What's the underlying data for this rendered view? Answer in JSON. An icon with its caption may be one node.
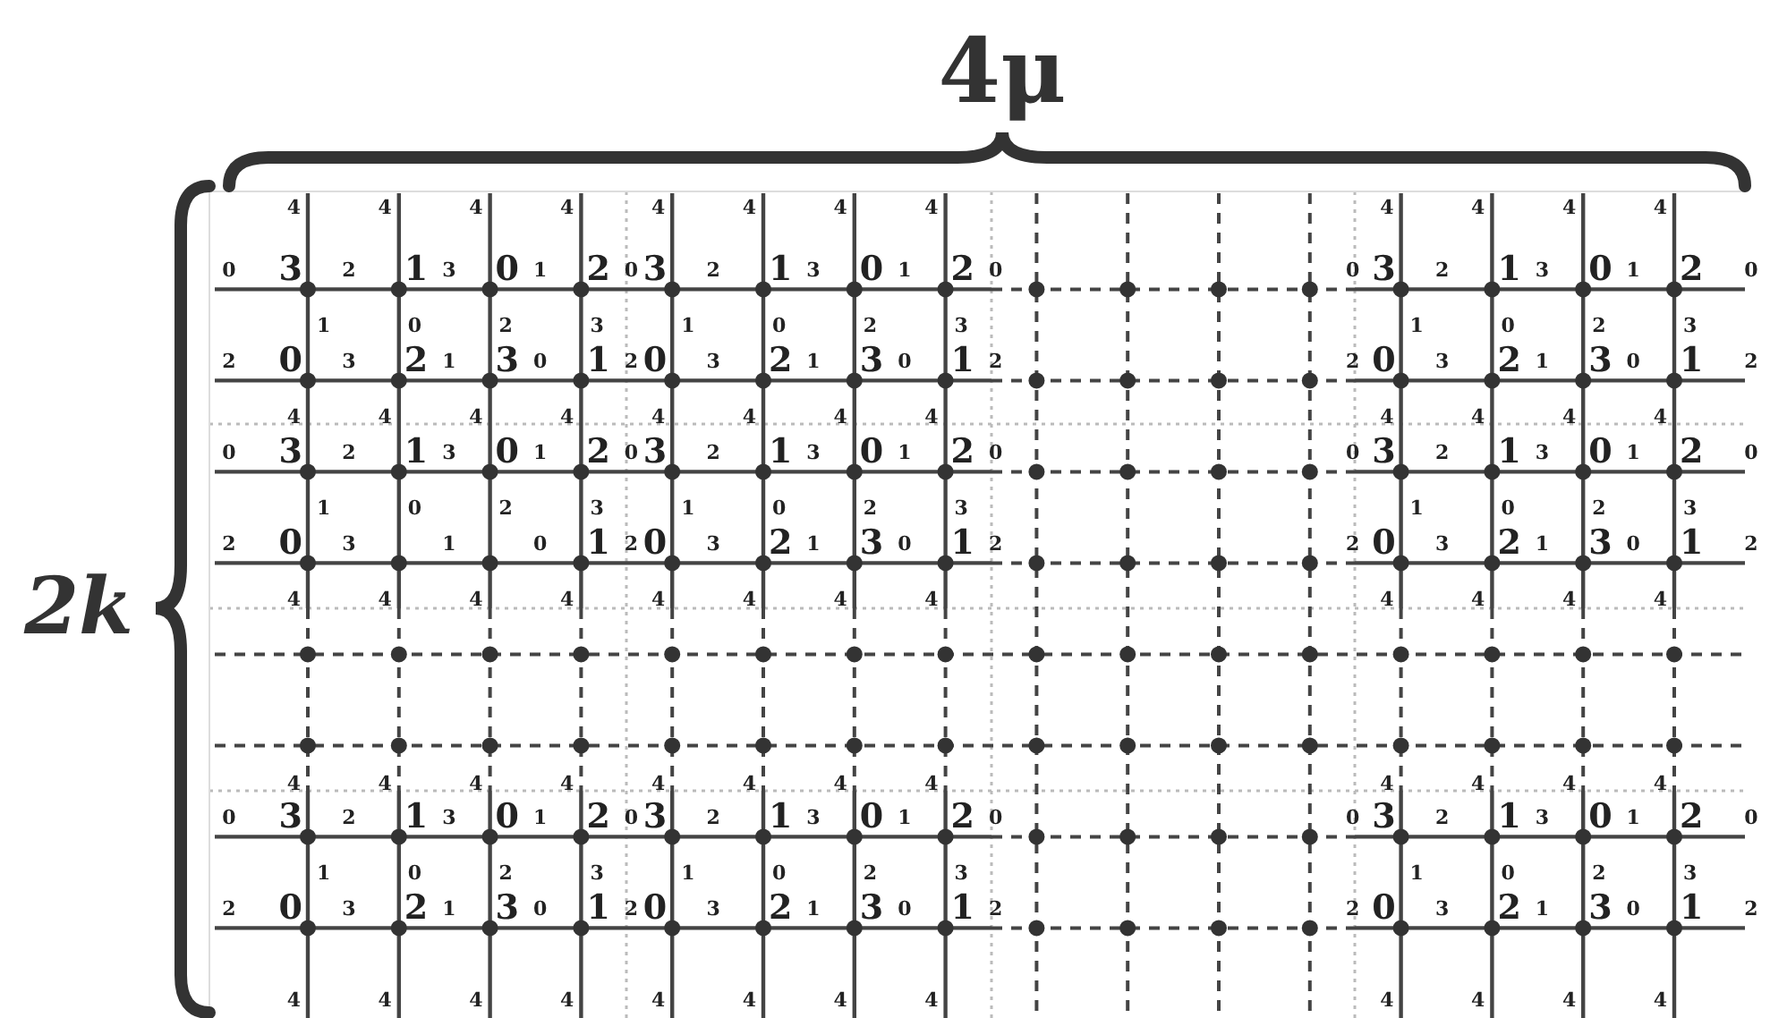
{
  "diagram": {
    "labels": [
      "4μ",
      "2k",
      "4",
      "4",
      "4",
      "4",
      "4",
      "4",
      "4",
      "4",
      "4",
      "4",
      "4",
      "4",
      "0",
      "3",
      "2",
      "1",
      "3",
      "0",
      "1",
      "2",
      "0",
      "3",
      "2",
      "1",
      "3",
      "0",
      "1",
      "2",
      "0",
      "0",
      "3",
      "2",
      "1",
      "3",
      "0",
      "1",
      "2",
      "0",
      "1",
      "0",
      "2",
      "3",
      "1",
      "0",
      "2",
      "3",
      "1",
      "0",
      "2",
      "3",
      "2",
      "0",
      "3",
      "2",
      "1",
      "3",
      "0",
      "1",
      "2",
      "0",
      "3",
      "2",
      "1",
      "3",
      "0",
      "1",
      "2",
      "2",
      "0",
      "3",
      "2",
      "1",
      "3",
      "0",
      "1",
      "2",
      "4",
      "4",
      "4",
      "4",
      "4",
      "4",
      "4",
      "4",
      "4",
      "4",
      "4",
      "4",
      "0",
      "3",
      "2",
      "1",
      "3",
      "0",
      "1",
      "2",
      "0",
      "3",
      "2",
      "1",
      "3",
      "0",
      "1",
      "2",
      "0",
      "0",
      "3",
      "2",
      "1",
      "3",
      "0",
      "1",
      "2",
      "0",
      "1",
      "0",
      "2",
      "3",
      "1",
      "0",
      "2",
      "3",
      "1",
      "0",
      "2",
      "3",
      "2",
      "0",
      "3",
      "1",
      "0",
      "1",
      "2",
      "0",
      "3",
      "2",
      "1",
      "3",
      "0",
      "1",
      "2",
      "2",
      "0",
      "3",
      "2",
      "1",
      "3",
      "0",
      "1",
      "2",
      "4",
      "4",
      "4",
      "4",
      "4",
      "4",
      "4",
      "4",
      "4",
      "4",
      "4",
      "4",
      "4",
      "4",
      "4",
      "4",
      "4",
      "4",
      "4",
      "4",
      "4",
      "4",
      "4",
      "4",
      "0",
      "3",
      "2",
      "1",
      "3",
      "0",
      "1",
      "2",
      "0",
      "3",
      "2",
      "1",
      "3",
      "0",
      "1",
      "2",
      "0",
      "0",
      "3",
      "2",
      "1",
      "3",
      "0",
      "1",
      "2",
      "0",
      "1",
      "0",
      "2",
      "3",
      "1",
      "0",
      "2",
      "3",
      "1",
      "0",
      "2",
      "3",
      "2",
      "0",
      "3",
      "2",
      "1",
      "3",
      "0",
      "1",
      "2",
      "0",
      "3",
      "2",
      "1",
      "3",
      "0",
      "1",
      "2",
      "2",
      "0",
      "3",
      "2",
      "1",
      "3",
      "0",
      "1",
      "2",
      "4",
      "4",
      "4",
      "4",
      "4",
      "4",
      "4",
      "4",
      "4",
      "4",
      "4",
      "4"
    ]
  }
}
